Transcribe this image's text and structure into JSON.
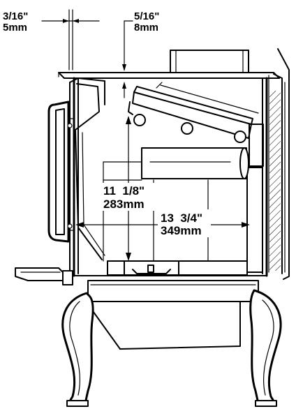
{
  "diagram": {
    "dimensions": {
      "top_left": {
        "imperial": "3/16\"",
        "metric": "5mm"
      },
      "top_right": {
        "imperial": "5/16\"",
        "metric": "8mm"
      },
      "height": {
        "imperial": "11  1/8\"",
        "metric": "283mm"
      },
      "depth": {
        "imperial": "13  3/4\"",
        "metric": "349mm"
      }
    },
    "colors": {
      "line": "#000000",
      "background": "#ffffff",
      "hatch": "#000000"
    }
  }
}
